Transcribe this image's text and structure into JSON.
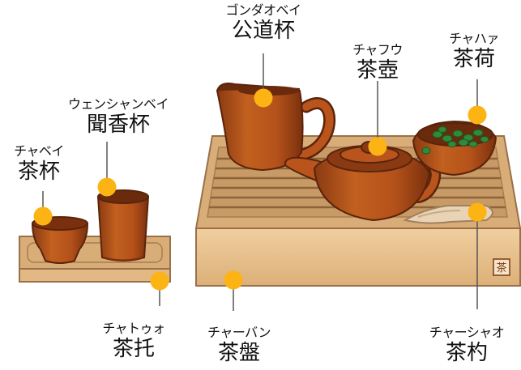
{
  "labels": {
    "gongdaobei": {
      "reading": "ゴンダオベイ",
      "kanji": "公道杯"
    },
    "chahu": {
      "reading": "チャフウ",
      "kanji": "茶壺"
    },
    "chahe": {
      "reading": "チャハァ",
      "kanji": "茶荷"
    },
    "wenxiangbei": {
      "reading": "ウェンシャンベイ",
      "kanji": "聞香杯"
    },
    "chabei": {
      "reading": "チャベイ",
      "kanji": "茶杯"
    },
    "chatuo": {
      "reading": "チャトゥォ",
      "kanji": "茶托"
    },
    "chapan": {
      "reading": "チャーバン",
      "kanji": "茶盤"
    },
    "chashao": {
      "reading": "チャーシャオ",
      "kanji": "茶杓"
    }
  },
  "tray_seal": "茶",
  "colors": {
    "marker": "#fbb414",
    "clay": "#b8541c",
    "clay_dark": "#6a2a0c",
    "wood": "#e6c08e",
    "wood_dark": "#9a7048",
    "leaf": "#2f8a3a"
  }
}
